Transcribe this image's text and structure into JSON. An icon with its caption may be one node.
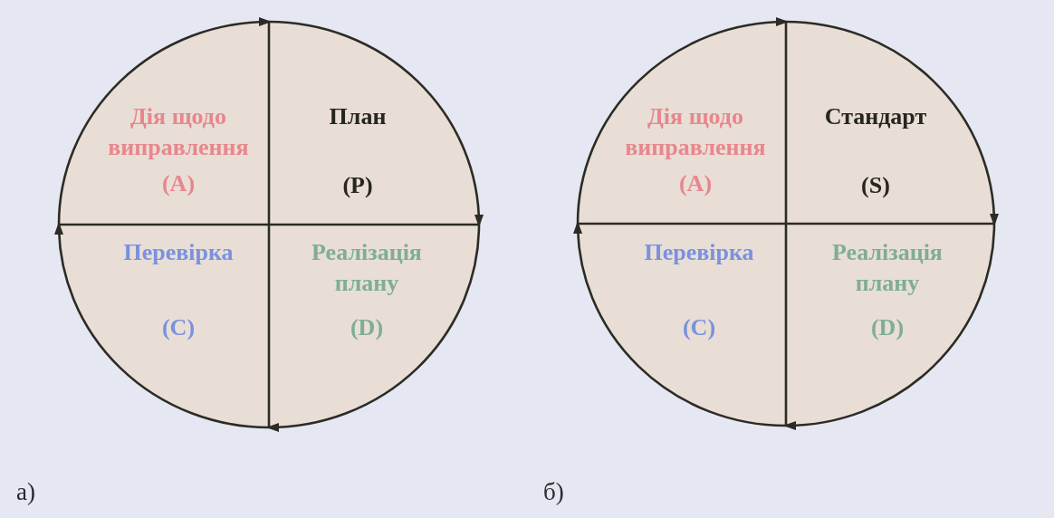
{
  "diagram": {
    "nodes": [
      {
        "text": [
          "Дія щодо виправлення",
          "(A)"
        ]
      },
      {
        "text": [
          "План",
          "(P)"
        ]
      },
      {
        "text": [
          "Перевірка",
          "(C)"
        ]
      },
      {
        "text": [
          "Реалізація плану",
          "(D)"
        ]
      },
      {
        "text": [
          "Дія щодо виправлення",
          "(A)"
        ]
      },
      {
        "text": [
          "Стандарт",
          "(S)"
        ]
      },
      {
        "text": [
          "Перевірка",
          "(C)"
        ]
      },
      {
        "text": [
          "Реалізація плану",
          "(D)"
        ]
      }
    ],
    "edges": [
      {
        "from": 0,
        "to": 1,
        "arrow": "to"
      },
      {
        "from": 1,
        "to": 3,
        "arrow": "to"
      },
      {
        "from": 3,
        "to": 2,
        "arrow": "to"
      },
      {
        "from": 2,
        "to": 0,
        "arrow": "to"
      },
      {
        "from": 4,
        "to": 5,
        "arrow": "to"
      },
      {
        "from": 5,
        "to": 7,
        "arrow": "to"
      },
      {
        "from": 7,
        "to": 6,
        "arrow": "to"
      },
      {
        "from": 6,
        "to": 4,
        "arrow": "to"
      }
    ],
    "labels": [
      "а)",
      "б)"
    ]
  }
}
